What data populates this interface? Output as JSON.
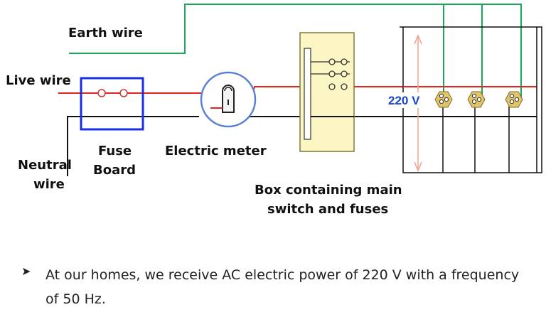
{
  "labels": {
    "earth_wire": "Earth wire",
    "live_wire": "Live wire",
    "neutral": "Neutral",
    "wire": "wire",
    "fuse": "Fuse",
    "board": "Board",
    "electric_meter": "Electric meter",
    "box_line1": "Box  containing main",
    "box_line2": "switch and fuses",
    "voltage": "220 V"
  },
  "bullet": {
    "icon": "arrow-bullet-icon",
    "text": "At our homes, we receive AC electric power of 220 V with a frequency of 50 Hz."
  },
  "colors": {
    "earth": "#1aa85a",
    "live": "#e8231d",
    "neutral": "#111111",
    "fuse_border": "#1b2fe0",
    "meter_border": "#5a7fd6",
    "box_fill": "#fcf6c4",
    "box_border": "#7a7a3a",
    "socket": "#e0c46a",
    "voltage_text": "#1a45c8",
    "arrow": "#f2a28a"
  }
}
